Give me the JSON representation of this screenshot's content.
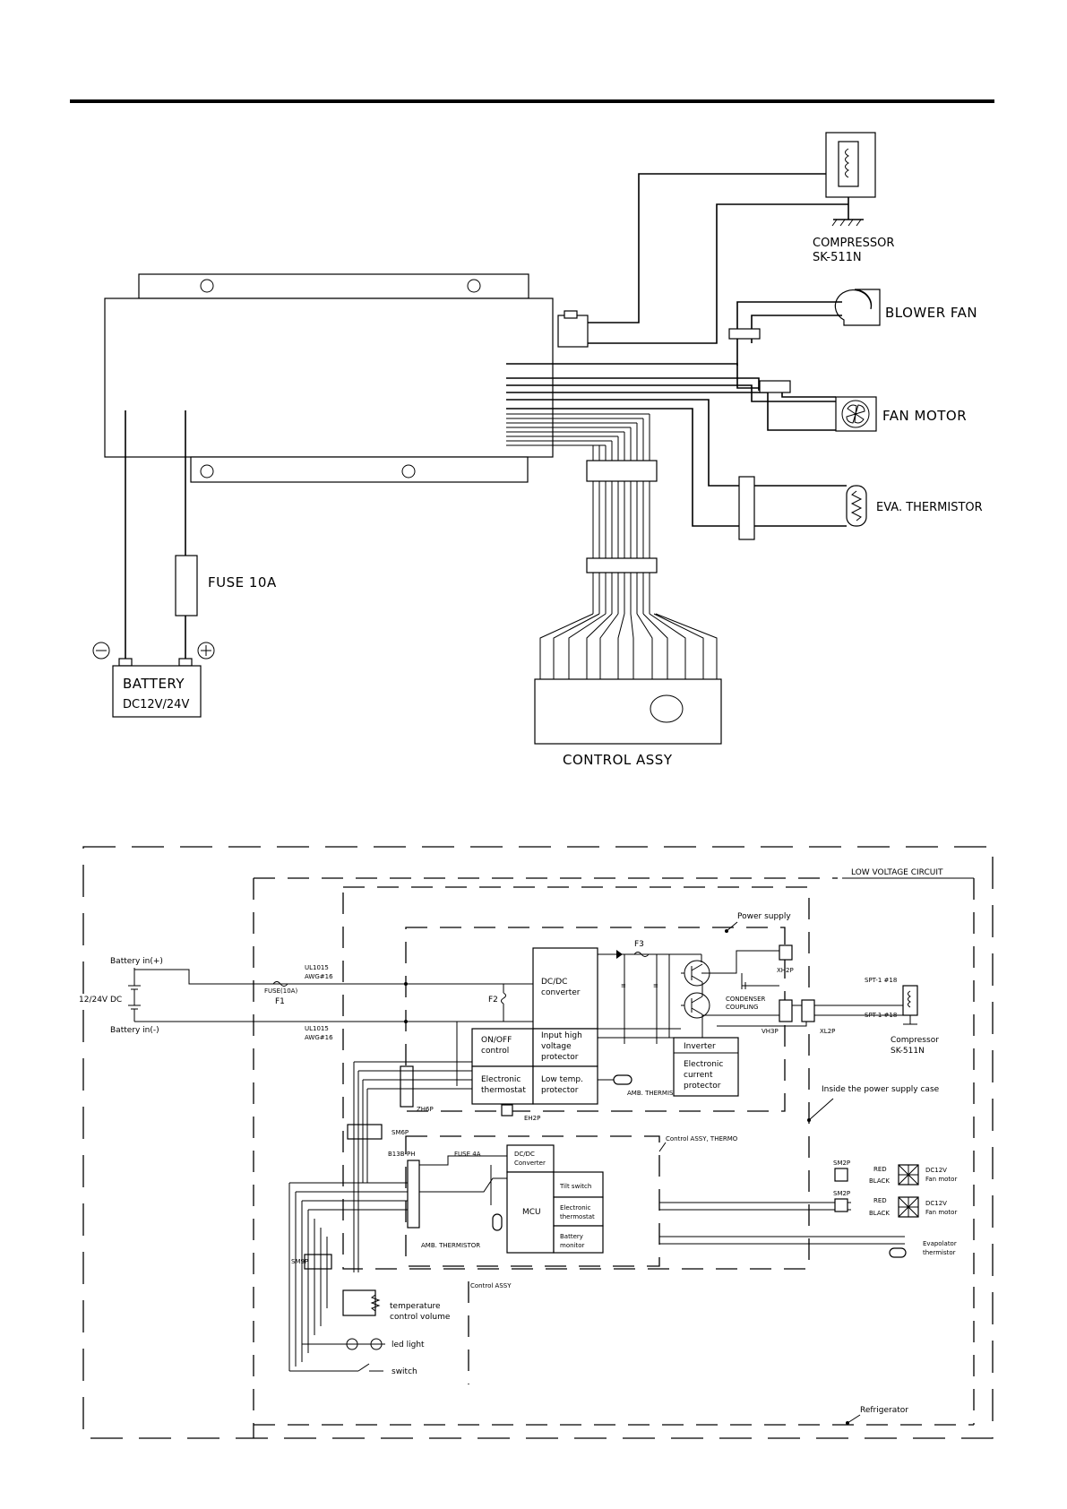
{
  "wiring": {
    "compressor": {
      "name": "COMPRESSOR",
      "model": "SK-511N"
    },
    "blower_fan": "BLOWER  FAN",
    "fan_motor": "FAN MOTOR",
    "eva_thermistor": "EVA. THERMISTOR",
    "fuse": "FUSE 10A",
    "battery": {
      "name": "BATTERY",
      "voltage": "DC12V/24V",
      "neg": "−",
      "pos": "+"
    },
    "control_assy": "CONTROL ASSY"
  },
  "schematic": {
    "low_voltage_circuit": "LOW VOLTAGE CIRCUIT",
    "power_supply": "Power supply",
    "battery_in_pos": "Battery in(+)",
    "battery_in_neg": "Battery in(-)",
    "dc_input": "12/24V DC",
    "wire_top": [
      "UL1015",
      "AWG#16"
    ],
    "wire_bottom": [
      "UL1015",
      "AWG#16"
    ],
    "fuse": "FUSE(10A)",
    "f1": "F1",
    "f2": "F2",
    "f3": "F3",
    "dcdc": [
      "DC/DC",
      "converter"
    ],
    "on_off": [
      "ON/OFF",
      "control"
    ],
    "input_high": [
      "Input high",
      "voltage",
      "protector"
    ],
    "electronic_thermostat": [
      "Electronic",
      "thermostat"
    ],
    "low_temp": [
      "Low temp.",
      "protector"
    ],
    "amb_thermistor_1": "AMB. THERMISTOR",
    "inverter": "Inverter",
    "current_protector": [
      "Electronic",
      "current",
      "protector"
    ],
    "xh2p": "XH2P",
    "condenser": [
      "CONDENSER",
      "COUPLING"
    ],
    "vh3p": "VH3P",
    "xl2p": "XL2P",
    "spt_top": "SPT-1 #18",
    "spt_bottom": "SPT-1 #18",
    "compressor": [
      "Compressor",
      "SK-511N"
    ],
    "inside_case": "Inside the power supply case",
    "zh6p": "ZH6P",
    "eh2p": "EH2P",
    "sm6p": "SM6P",
    "b13b": "B13B-PH",
    "fuse_4a": "FUSE 4A",
    "control_thermo": "Control ASSY, THERMO",
    "mcu_dcdc": [
      "DC/DC",
      "Converter"
    ],
    "mcu": "MCU",
    "tilt_switch": "Tilt switch",
    "mcu_thermostat": [
      "Electronic",
      "thermostat"
    ],
    "battery_monitor": [
      "Battery",
      "monitor"
    ],
    "amb_thermistor_2": "AMB. THERMISTOR",
    "sm2p_1": "SM2P",
    "sm2p_2": "SM2P",
    "red_1": "RED",
    "black_1": "BLACK",
    "red_2": "RED",
    "black_2": "BLACK",
    "fan_1": [
      "DC12V",
      "Fan motor"
    ],
    "fan_2": [
      "DC12V",
      "Fan motor"
    ],
    "evap": [
      "Evapolator",
      "thermistor"
    ],
    "sm9p": "SM9P",
    "control_assy": "Control ASSY",
    "temp_volume": [
      "temperature",
      "control volume"
    ],
    "led_light": "led light",
    "switch": "switch",
    "refrigerator": "Refrigerator"
  }
}
